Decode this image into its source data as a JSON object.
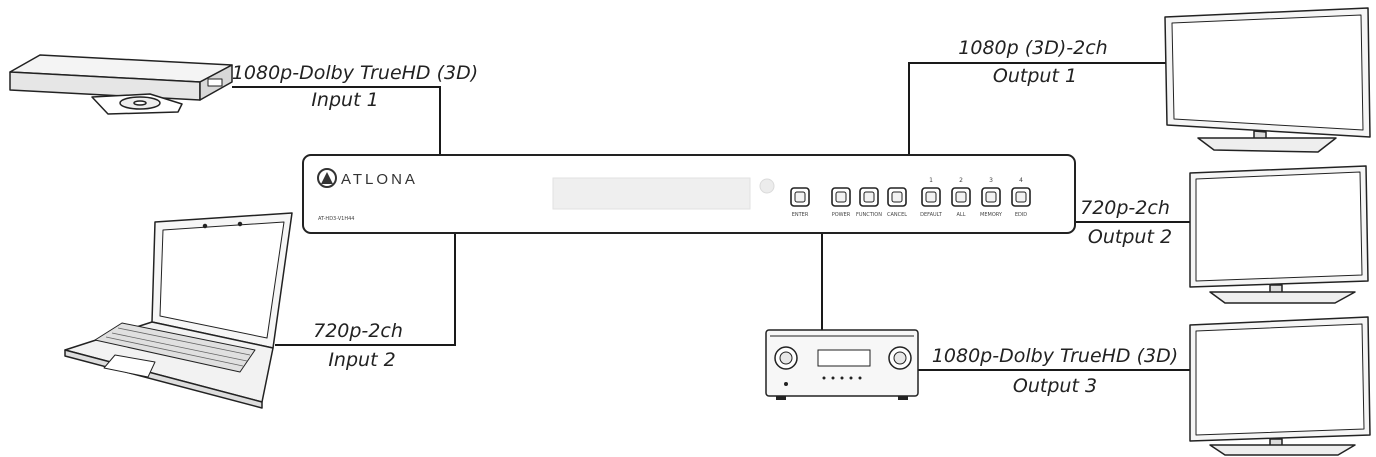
{
  "brand": "ATLONA",
  "switcher": {
    "model": "AT-HD3-V1H44",
    "buttons": [
      {
        "num": "",
        "label": "ENTER"
      },
      {
        "num": "",
        "label": "POWER"
      },
      {
        "num": "",
        "label": "FUNCTION"
      },
      {
        "num": "",
        "label": "CANCEL"
      },
      {
        "num": "1",
        "label": "DEFAULT"
      },
      {
        "num": "2",
        "label": "ALL"
      },
      {
        "num": "3",
        "label": "MEMORY"
      },
      {
        "num": "4",
        "label": "EDID"
      }
    ]
  },
  "connections": {
    "input1": {
      "format": "1080p-Dolby TrueHD (3D)",
      "port": "Input 1"
    },
    "input2": {
      "format": "720p-2ch",
      "port": "Input 2"
    },
    "output1": {
      "format": "1080p (3D)-2ch",
      "port": "Output 1"
    },
    "output2": {
      "format": "720p-2ch",
      "port": "Output 2"
    },
    "output3": {
      "format": "1080p-Dolby TrueHD (3D)",
      "port": "Output 3"
    }
  }
}
